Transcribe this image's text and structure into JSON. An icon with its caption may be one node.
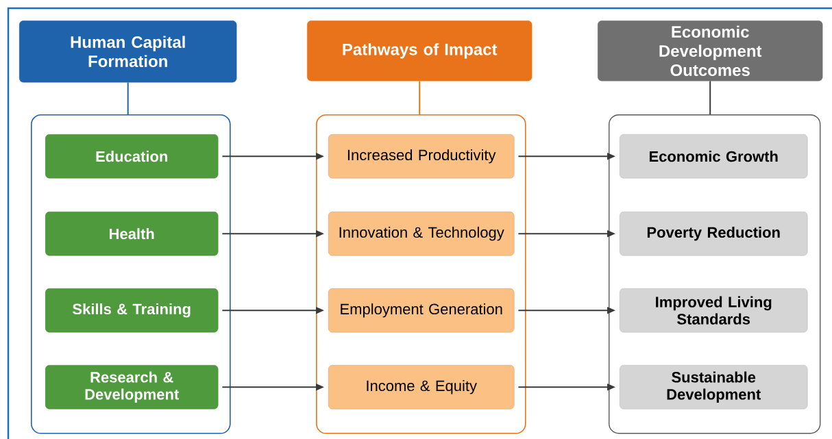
{
  "diagram": {
    "nodes": [
      {
        "text": [
          "Human Capital Formation"
        ]
      },
      {
        "text": [
          "Pathways of Impact"
        ]
      },
      {
        "text": [
          "Economic Development Outcomes"
        ]
      },
      {
        "text": [],
        "shape": "box"
      },
      {
        "text": [
          "Education"
        ],
        "in": 3
      },
      {
        "text": [
          "Health"
        ],
        "in": 3
      },
      {
        "text": [
          "Skills & Training"
        ],
        "in": 3
      },
      {
        "text": [
          "Research & Development"
        ],
        "in": 3
      },
      {
        "text": [],
        "shape": "box"
      },
      {
        "text": [
          "Increased Productivity"
        ],
        "in": 8
      },
      {
        "text": [
          "Innovation & Technology"
        ],
        "in": 8
      },
      {
        "text": [
          "Employment Generation"
        ],
        "in": 8
      },
      {
        "text": [
          "Income & Equity"
        ],
        "in": 8
      },
      {
        "text": [],
        "shape": "box"
      },
      {
        "text": [
          "Economic Growth"
        ],
        "in": 13
      },
      {
        "text": [
          "Poverty Reduction"
        ],
        "in": 13
      },
      {
        "text": [
          "Improved Living Standards"
        ],
        "in": 13
      },
      {
        "text": [
          "Sustainable Development"
        ],
        "in": 13
      }
    ],
    "edges": [
      {
        "from": 0,
        "to": 3,
        "arrow": "none",
        "color": "#1f63ad"
      },
      {
        "from": 1,
        "to": 8,
        "arrow": "none",
        "color": "#e8731a"
      },
      {
        "from": 2,
        "to": 13,
        "arrow": "none"
      },
      {
        "from": 4,
        "to": 9,
        "arrow": "to"
      },
      {
        "from": 5,
        "to": 10,
        "arrow": "to"
      },
      {
        "from": 6,
        "to": 11,
        "arrow": "to"
      },
      {
        "from": 7,
        "to": 12,
        "arrow": "to"
      },
      {
        "from": 9,
        "to": 14,
        "arrow": "to"
      },
      {
        "from": 10,
        "to": 15,
        "arrow": "to"
      },
      {
        "from": 11,
        "to": 16,
        "arrow": "to"
      },
      {
        "from": 12,
        "to": 17,
        "arrow": "to"
      }
    ]
  }
}
